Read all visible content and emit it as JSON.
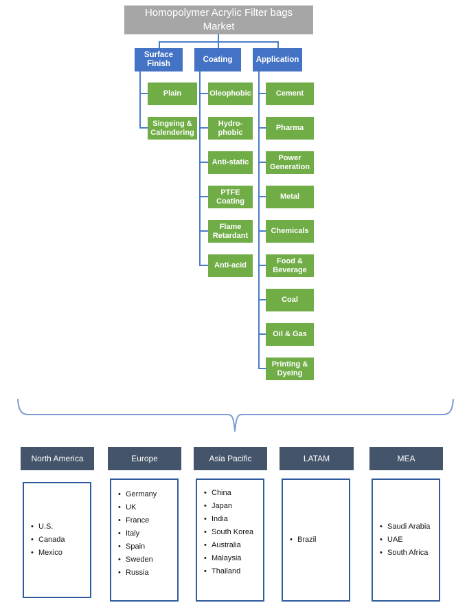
{
  "title": {
    "label": "Homopolymer Acrylic Filter bags\nMarket"
  },
  "colors": {
    "title_bg": "#a6a6a6",
    "category_bg": "#4472c4",
    "leaf_bg": "#70ad47",
    "region_bg": "#44546a",
    "connector": "#4a7cc7",
    "brace": "#7c9cd6",
    "list_border": "#2f5b9e",
    "text_light": "#ffffff",
    "text_dark": "#111111"
  },
  "categories": [
    {
      "label": "Surface\nFinish",
      "items": [
        "Plain",
        "Singeing &\nCalendering"
      ]
    },
    {
      "label": "Coating",
      "items": [
        "Oleophobic",
        "Hydro-\nphobic",
        "Anti-static",
        "PTFE\nCoating",
        "Flame\nRetardant",
        "Anti-acid"
      ]
    },
    {
      "label": "Application",
      "items": [
        "Cement",
        "Pharma",
        "Power\nGeneration",
        "Metal",
        "Chemicals",
        "Food &\nBeverage",
        "Coal",
        "Oil & Gas",
        "Printing &\nDyeing"
      ]
    }
  ],
  "regions": [
    {
      "label": "North America",
      "countries": [
        "U.S.",
        "Canada",
        "Mexico"
      ]
    },
    {
      "label": "Europe",
      "countries": [
        "Germany",
        "UK",
        "France",
        "Italy",
        "Spain",
        "Sweden",
        "Russia"
      ]
    },
    {
      "label": "Asia Pacific",
      "countries": [
        "China",
        "Japan",
        "India",
        "South Korea",
        "Australia",
        "Malaysia",
        "Thailand"
      ]
    },
    {
      "label": "LATAM",
      "countries": [
        "Brazil"
      ]
    },
    {
      "label": "MEA",
      "countries": [
        "Saudi Arabia",
        "UAE",
        "South Africa"
      ]
    }
  ]
}
